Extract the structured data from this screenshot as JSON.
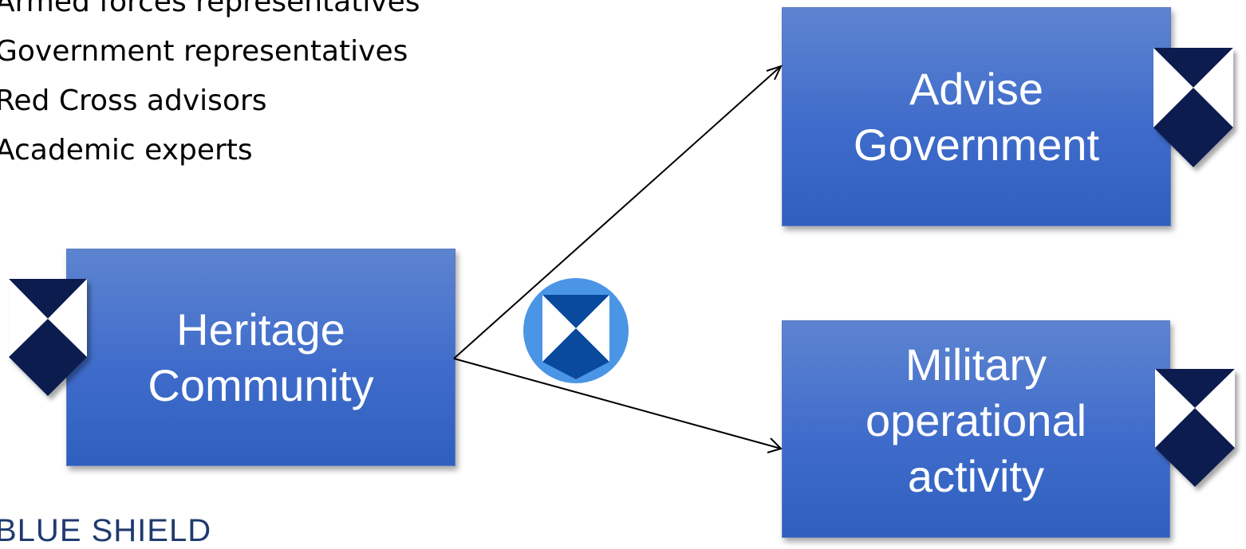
{
  "bullets": [
    "Armed forces representatives",
    "Government representatives",
    "Red Cross advisors",
    "Academic experts"
  ],
  "boxes": {
    "heritage": [
      "Heritage",
      "Community"
    ],
    "advise": [
      "Advise",
      "Government"
    ],
    "military": [
      "Military",
      "operational",
      "activity"
    ]
  },
  "footer_logo": "BLUE SHIELD",
  "colors": {
    "box_fill": "#3f6ccb",
    "shield_dark": "#0d1f4f",
    "shield_round_bg": "#4b95e6",
    "shield_round_dark": "#0a4a9c"
  },
  "icons": [
    "blue-shield-emblem-icon",
    "blue-shield-round-icon"
  ]
}
